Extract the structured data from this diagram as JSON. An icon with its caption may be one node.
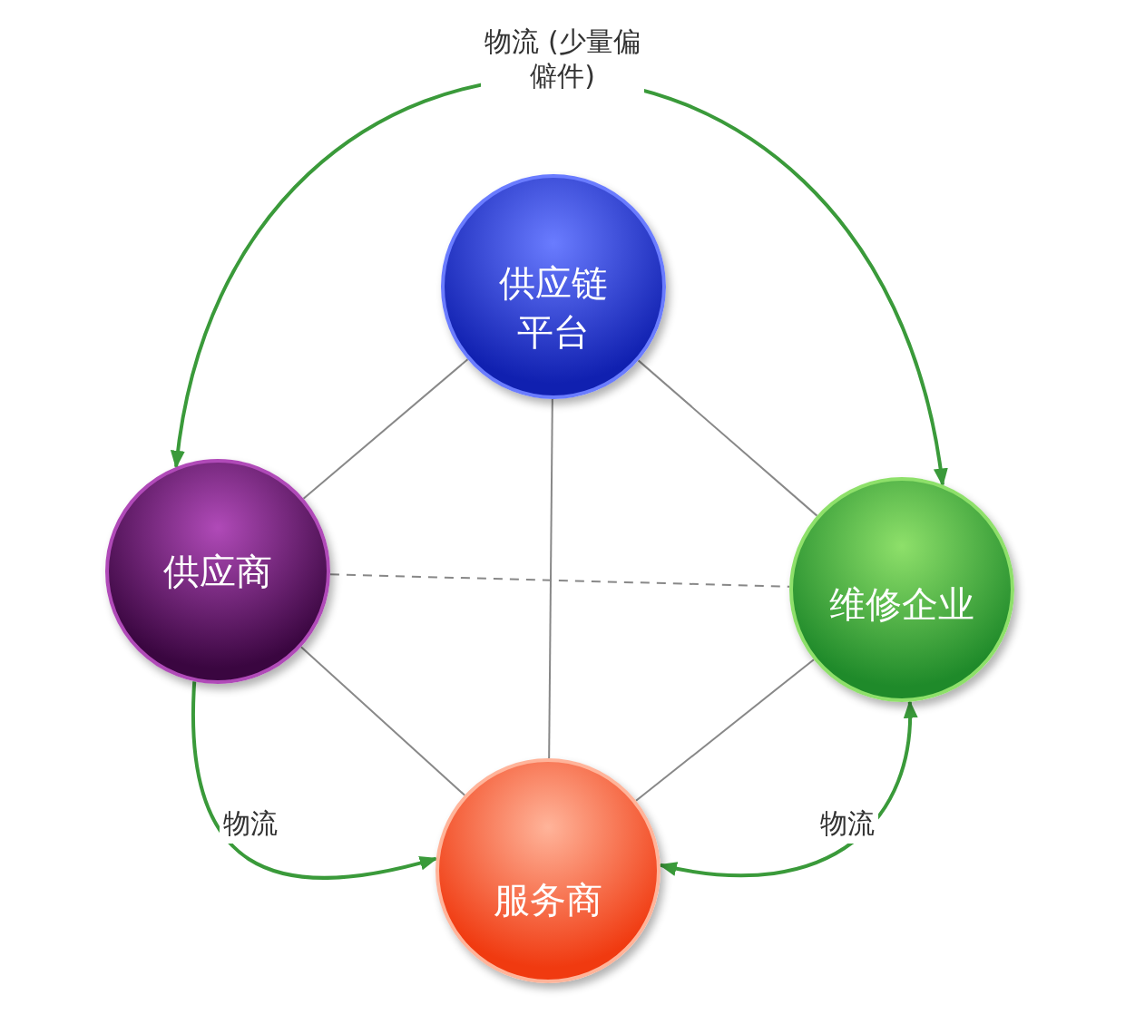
{
  "diagram": {
    "nodes": [
      {
        "text": [
          "供应链平台"
        ]
      },
      {
        "text": [
          "供应商"
        ]
      },
      {
        "text": [
          "维修企业"
        ]
      },
      {
        "text": [
          "服务商"
        ]
      }
    ],
    "edges": [
      {
        "from": 0,
        "to": 1,
        "arrow": "none"
      },
      {
        "from": 0,
        "to": 2,
        "arrow": "none"
      },
      {
        "from": 0,
        "to": 3,
        "arrow": "none"
      },
      {
        "from": 1,
        "to": 2,
        "arrow": "none",
        "style": "dashed"
      },
      {
        "from": 1,
        "to": 3,
        "arrow": "none"
      },
      {
        "from": 2,
        "to": 3,
        "arrow": "none"
      },
      {
        "from": 1,
        "to": 2,
        "arrow": "both",
        "label": "物流 (少量偏僻件)",
        "color": "#3a9a3a"
      },
      {
        "from": 1,
        "to": 3,
        "arrow": "to",
        "label": "物流",
        "color": "#3a9a3a"
      },
      {
        "from": 3,
        "to": 2,
        "arrow": "both",
        "label": "物流",
        "color": "#3a9a3a"
      }
    ]
  }
}
